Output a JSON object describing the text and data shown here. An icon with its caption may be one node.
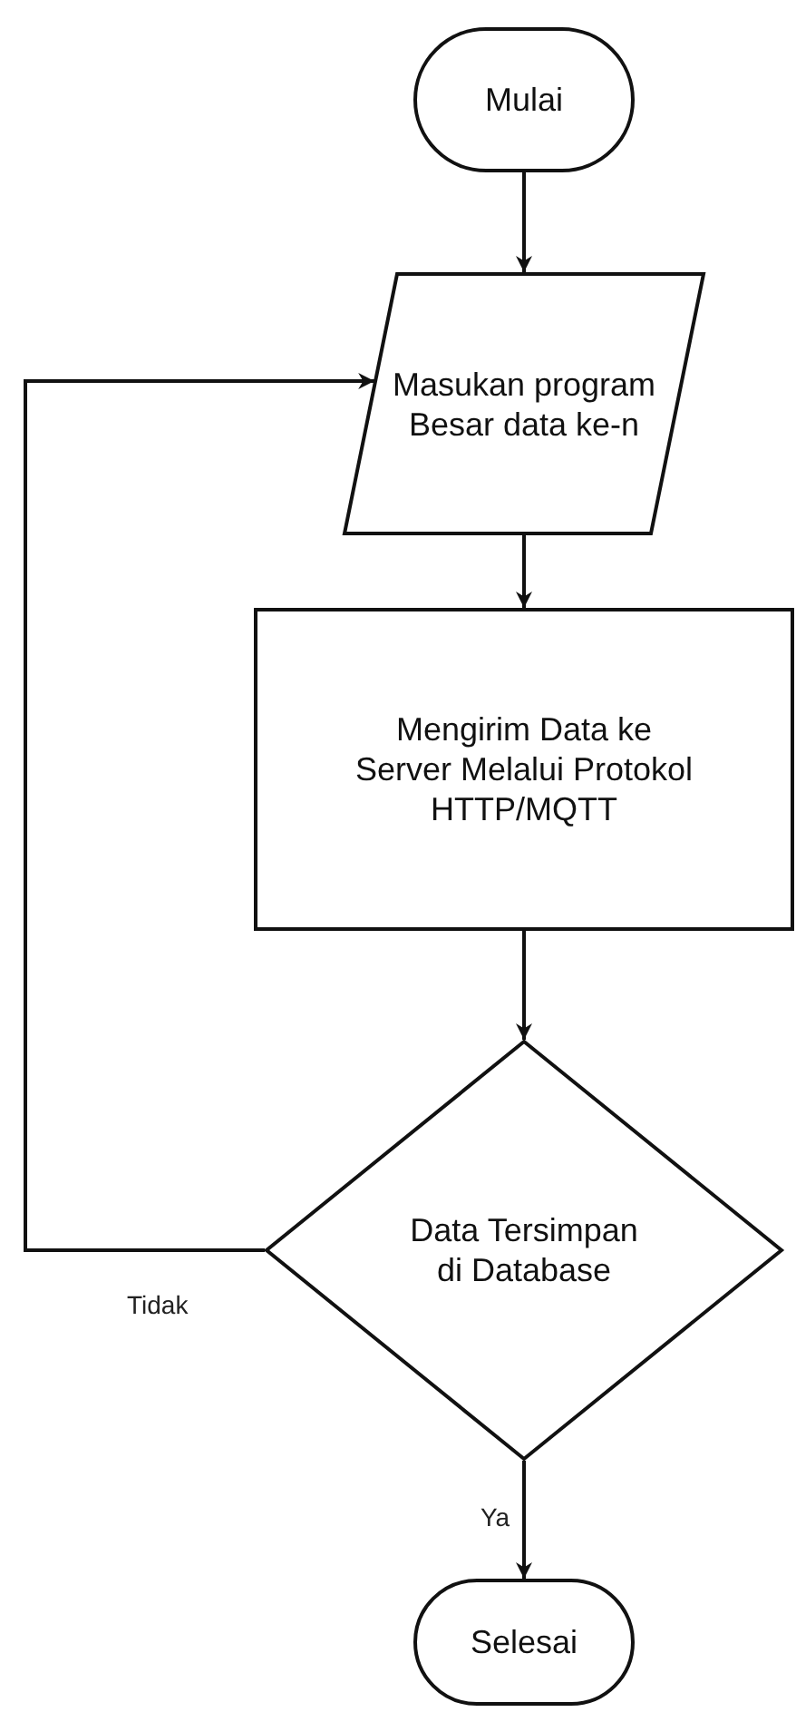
{
  "diagram": {
    "nodes": [
      {
        "text": [
          "Mulai"
        ]
      },
      {
        "text": [
          "Masukan program Besar data ke-n"
        ]
      },
      {
        "text": [
          "Mengirim Data ke Server Melalui Protokol HTTP/MQTT"
        ]
      },
      {
        "text": [
          "Data Tersimpan di Database"
        ]
      },
      {
        "text": [
          "Selesai"
        ]
      }
    ],
    "edges": [
      {
        "from": 0,
        "to": 1,
        "arrow": "to"
      },
      {
        "from": 1,
        "to": 2,
        "arrow": "to"
      },
      {
        "from": 2,
        "to": 3,
        "arrow": "to"
      },
      {
        "from": 3,
        "to": 1,
        "arrow": "to",
        "label": "Tidak"
      },
      {
        "from": 3,
        "to": 4,
        "arrow": "to",
        "label": "Ya"
      }
    ]
  }
}
